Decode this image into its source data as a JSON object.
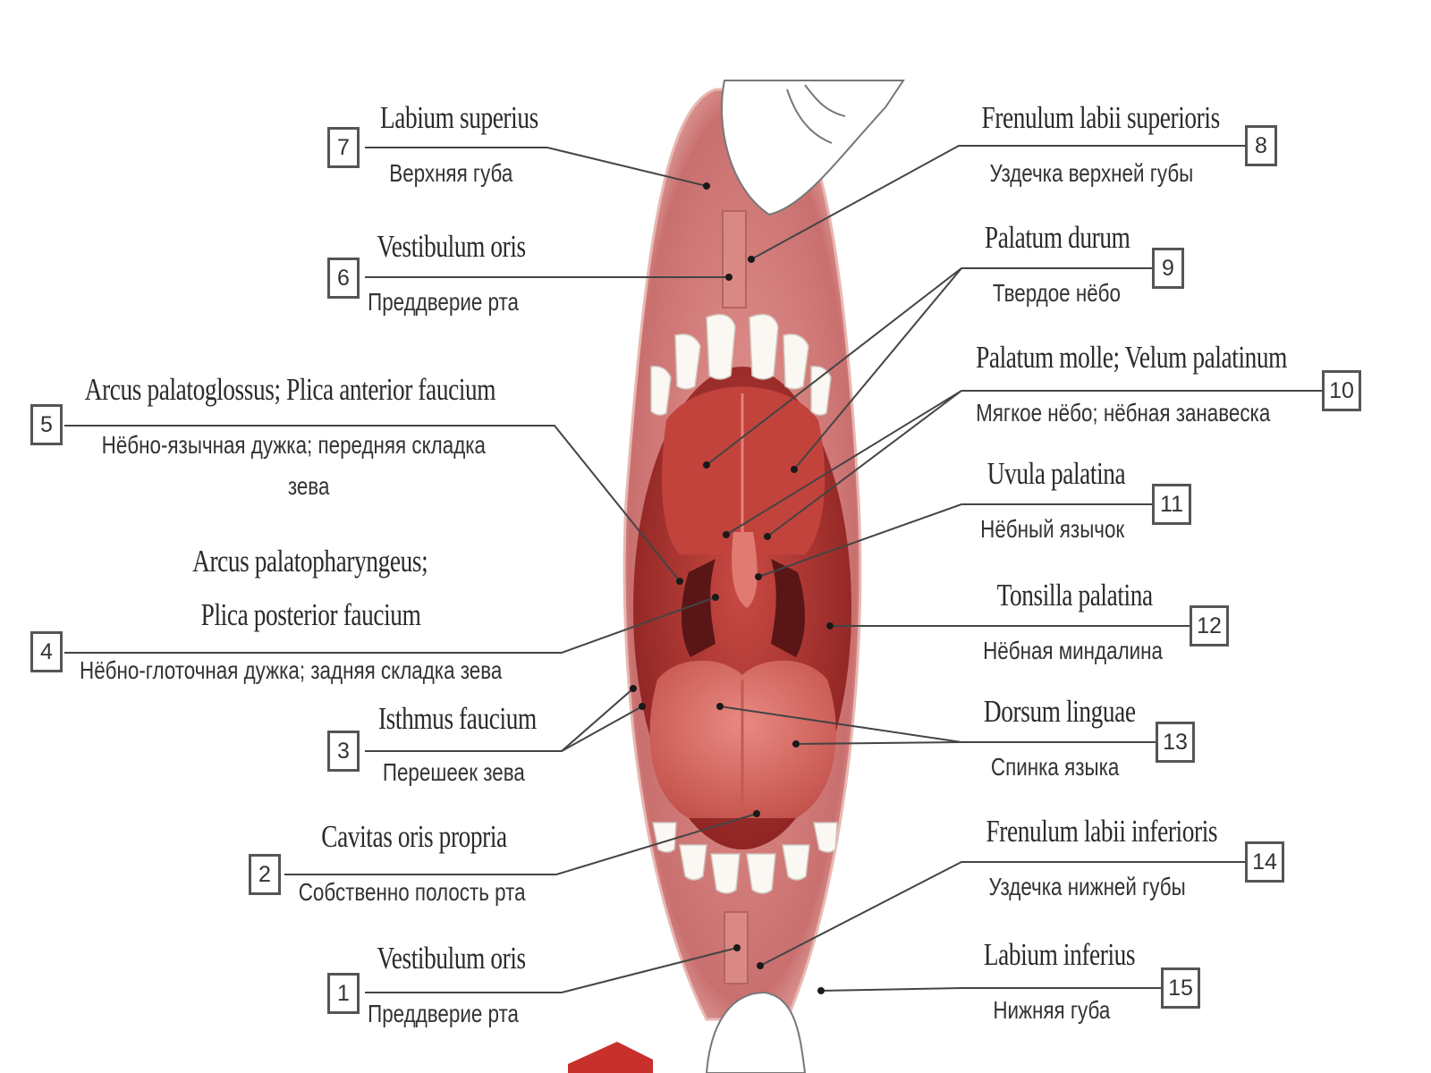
{
  "labels": [
    {
      "n": "1",
      "latin": "Vestibulum oris",
      "russian": "Преддверие рта"
    },
    {
      "n": "2",
      "latin": "Cavitas oris propria",
      "russian": "Собственно полость рта"
    },
    {
      "n": "3",
      "latin": "Isthmus faucium",
      "russian": "Перешеек зева"
    },
    {
      "n": "4",
      "latin": "Arcus palatopharyngeus;",
      "latin2": "Plica posterior faucium",
      "russian": "Нёбно-глоточная дужка; задняя складка зева"
    },
    {
      "n": "5",
      "latin": "Arcus palatoglossus; Plica anterior faucium",
      "russian": "Нёбно-язычная дужка; передняя складка",
      "russian2": "зева"
    },
    {
      "n": "6",
      "latin": "Vestibulum oris",
      "russian": "Преддверие рта"
    },
    {
      "n": "7",
      "latin": "Labium superius",
      "russian": "Верхняя губа"
    },
    {
      "n": "8",
      "latin": "Frenulum labii superioris",
      "russian": "Уздечка верхней губы"
    },
    {
      "n": "9",
      "latin": "Palatum durum",
      "russian": "Твердое нёбо"
    },
    {
      "n": "10",
      "latin": "Palatum molle; Velum palatinum",
      "russian": "Мягкое нёбо; нёбная занавеска"
    },
    {
      "n": "11",
      "latin": "Uvula palatina",
      "russian": "Нёбный язычок"
    },
    {
      "n": "12",
      "latin": "Tonsilla palatina",
      "russian": "Нёбная миндалина"
    },
    {
      "n": "13",
      "latin": "Dorsum linguae",
      "russian": "Спинка языка"
    },
    {
      "n": "14",
      "latin": "Frenulum labii inferioris",
      "russian": "Уздечка нижней губы"
    },
    {
      "n": "15",
      "latin": "Labium inferius",
      "russian": "Нижняя губа"
    }
  ],
  "colors": {
    "lip": "#c9706f",
    "cavity": "#a8322e",
    "tongue": "#d9716b",
    "teeth": "#fbf8f4",
    "line": "#444444"
  }
}
